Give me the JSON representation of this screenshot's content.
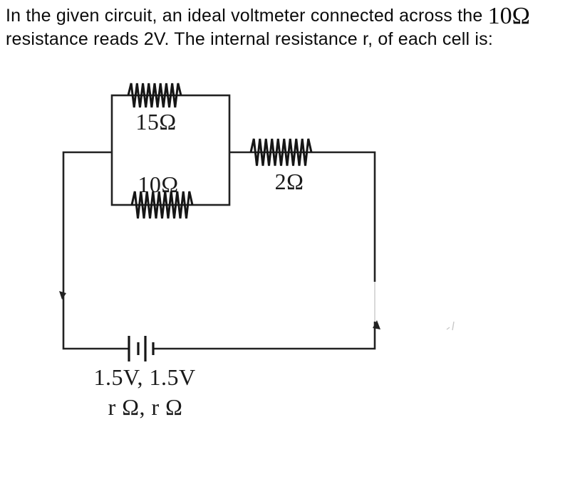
{
  "question": {
    "line1_text": "In the given circuit, an ideal voltmeter connected across the",
    "line1_math": "10Ω",
    "line2_text": "resistance reads 2V. The internal resistance r, of each cell is:"
  },
  "circuit": {
    "resistor_top_label": "15Ω",
    "resistor_bottom_label": "10Ω",
    "resistor_series_label": "2Ω",
    "battery_emf_label": "1.5V, 1.5V",
    "battery_internal_resistance_label": "r Ω, r Ω",
    "colors": {
      "wire": "#222222",
      "text": "#1a1a1a",
      "background": "#ffffff"
    }
  }
}
